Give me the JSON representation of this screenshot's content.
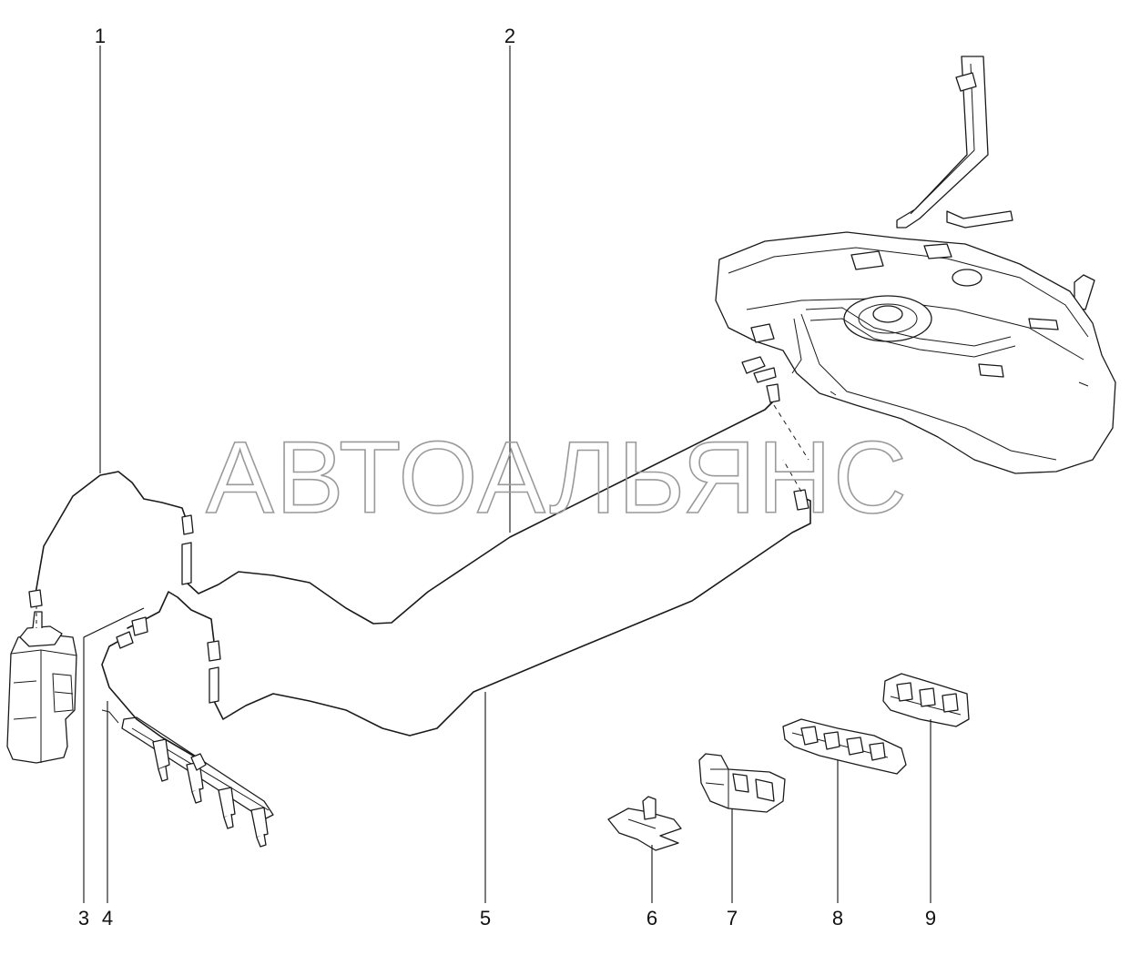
{
  "watermark": "АВТОАЛЬЯНС",
  "callouts": [
    {
      "number": "1"
    },
    {
      "number": "2"
    },
    {
      "number": "3"
    },
    {
      "number": "4"
    },
    {
      "number": "5"
    },
    {
      "number": "6"
    },
    {
      "number": "7"
    },
    {
      "number": "8"
    },
    {
      "number": "9"
    }
  ],
  "icons": {
    "fuel_tank": "fuel-tank-icon",
    "canister": "charcoal-canister-icon",
    "fuel_rail": "fuel-rail-icon",
    "clip_6": "pipe-clip-icon",
    "clip_7": "double-pipe-holder-icon",
    "clip_8": "multi-pipe-holder-icon",
    "clip_9": "triple-pipe-holder-icon"
  },
  "colors": {
    "line": "#1a1a1a",
    "watermark": "#9a9a9a",
    "background": "#ffffff"
  }
}
